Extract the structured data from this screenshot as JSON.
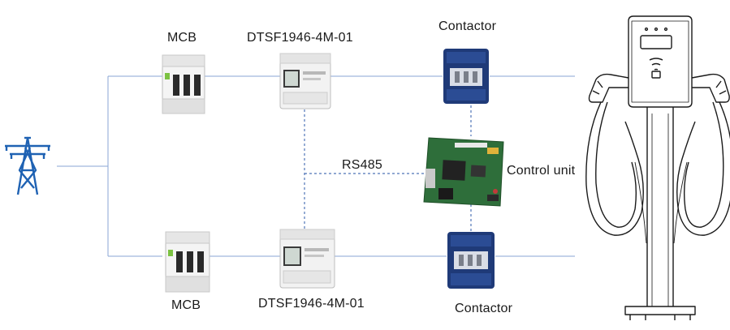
{
  "labels": {
    "mcb_top": "MCB",
    "mcb_bottom": "MCB",
    "meter_top": "DTSF1946-4M-01",
    "meter_bottom": "DTSF1946-4M-01",
    "contactor_top": "Contactor",
    "contactor_bottom": "Contactor",
    "rs485": "RS485",
    "control_unit": "Control unit"
  },
  "colors": {
    "line": "#7f9fd0",
    "dash": "#4f74b8",
    "tower": "#1f62b3",
    "contactor_body": "#1f3a78",
    "board": "#2e6e3a"
  }
}
